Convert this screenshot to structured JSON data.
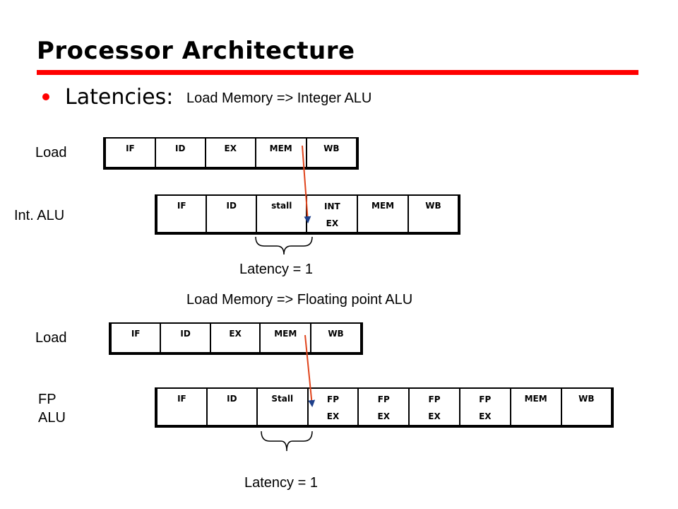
{
  "slide": {
    "title": "Processor Architecture",
    "bullet": "Latencies:",
    "section1_heading": "Load Memory => Integer ALU",
    "section2_heading": "Load Memory => Floating point ALU"
  },
  "labels": {
    "load1": "Load",
    "int_alu": "Int. ALU",
    "load2": "Load",
    "fp_alu_line1": "FP",
    "fp_alu_line2": "ALU",
    "latency1": "Latency = 1",
    "latency2": "Latency = 1"
  },
  "pipelines": {
    "load1": [
      "IF",
      "ID",
      "EX",
      "MEM",
      "WB"
    ],
    "int_alu": [
      "IF",
      "ID",
      "stall",
      "INT EX",
      "MEM",
      "WB"
    ],
    "load2": [
      "IF",
      "ID",
      "EX",
      "MEM",
      "WB"
    ],
    "fp_alu": [
      "IF",
      "ID",
      "Stall",
      "FP EX",
      "FP EX",
      "FP EX",
      "FP EX",
      "MEM",
      "WB"
    ]
  },
  "colors": {
    "accent_line": "#ff0000",
    "bullet": "#ff0000",
    "arrow": "#e0441c"
  }
}
